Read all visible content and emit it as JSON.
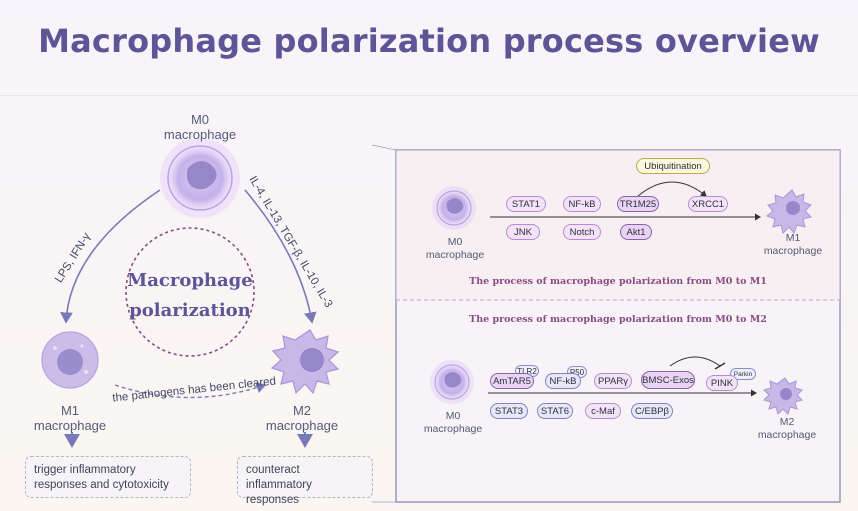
{
  "title": "Macrophage polarization process overview",
  "left": {
    "m0_label_1": "M0",
    "m0_label_2": "macrophage",
    "m1_label_1": "M1",
    "m1_label_2": "macrophage",
    "m2_label_1": "M2",
    "m2_label_2": "macrophage",
    "center_1": "Macrophage",
    "center_2": "polarization",
    "arrow_m0_m1": "LPS, IFN-γ",
    "arrow_m0_m2": "IL-4, IL-13, TGF-β, IL-10, IL-3",
    "arrow_m1_m2": "the pathogens has been cleared",
    "m1_effect": "trigger inflammatory responses and cytotoxicity",
    "m2_effect": "counteract inflammatory responses"
  },
  "panel_top": {
    "start_1": "M0",
    "start_2": "macrophage",
    "end_1": "M1",
    "end_2": "macrophage",
    "ubiquitination": "Ubiquitination",
    "pills": [
      "STAT1",
      "NF-kB",
      "TR1M25",
      "XRCC1",
      "JNK",
      "Notch",
      "Akt1"
    ],
    "caption": "The process of macrophage polarization from M0 to M1"
  },
  "panel_bottom": {
    "caption": "The process of macrophage polarization from M0 to M2",
    "start_1": "M0",
    "start_2": "macrophage",
    "end_1": "M2",
    "end_2": "macrophage",
    "tags": [
      "TLR2",
      "P50",
      "Parkin"
    ],
    "pills": [
      "AmTAR5",
      "NF-kB",
      "PPARγ",
      "BMSC-Exos",
      "PINK",
      "STAT3",
      "STAT6",
      "c-Maf",
      "C/EBPβ"
    ]
  },
  "colors": {
    "title": "#5d5596",
    "arrow": "#7a78b8",
    "cell": "#c9b9e6",
    "nucleus": "#9587c8",
    "caption": "#8a4b86"
  }
}
